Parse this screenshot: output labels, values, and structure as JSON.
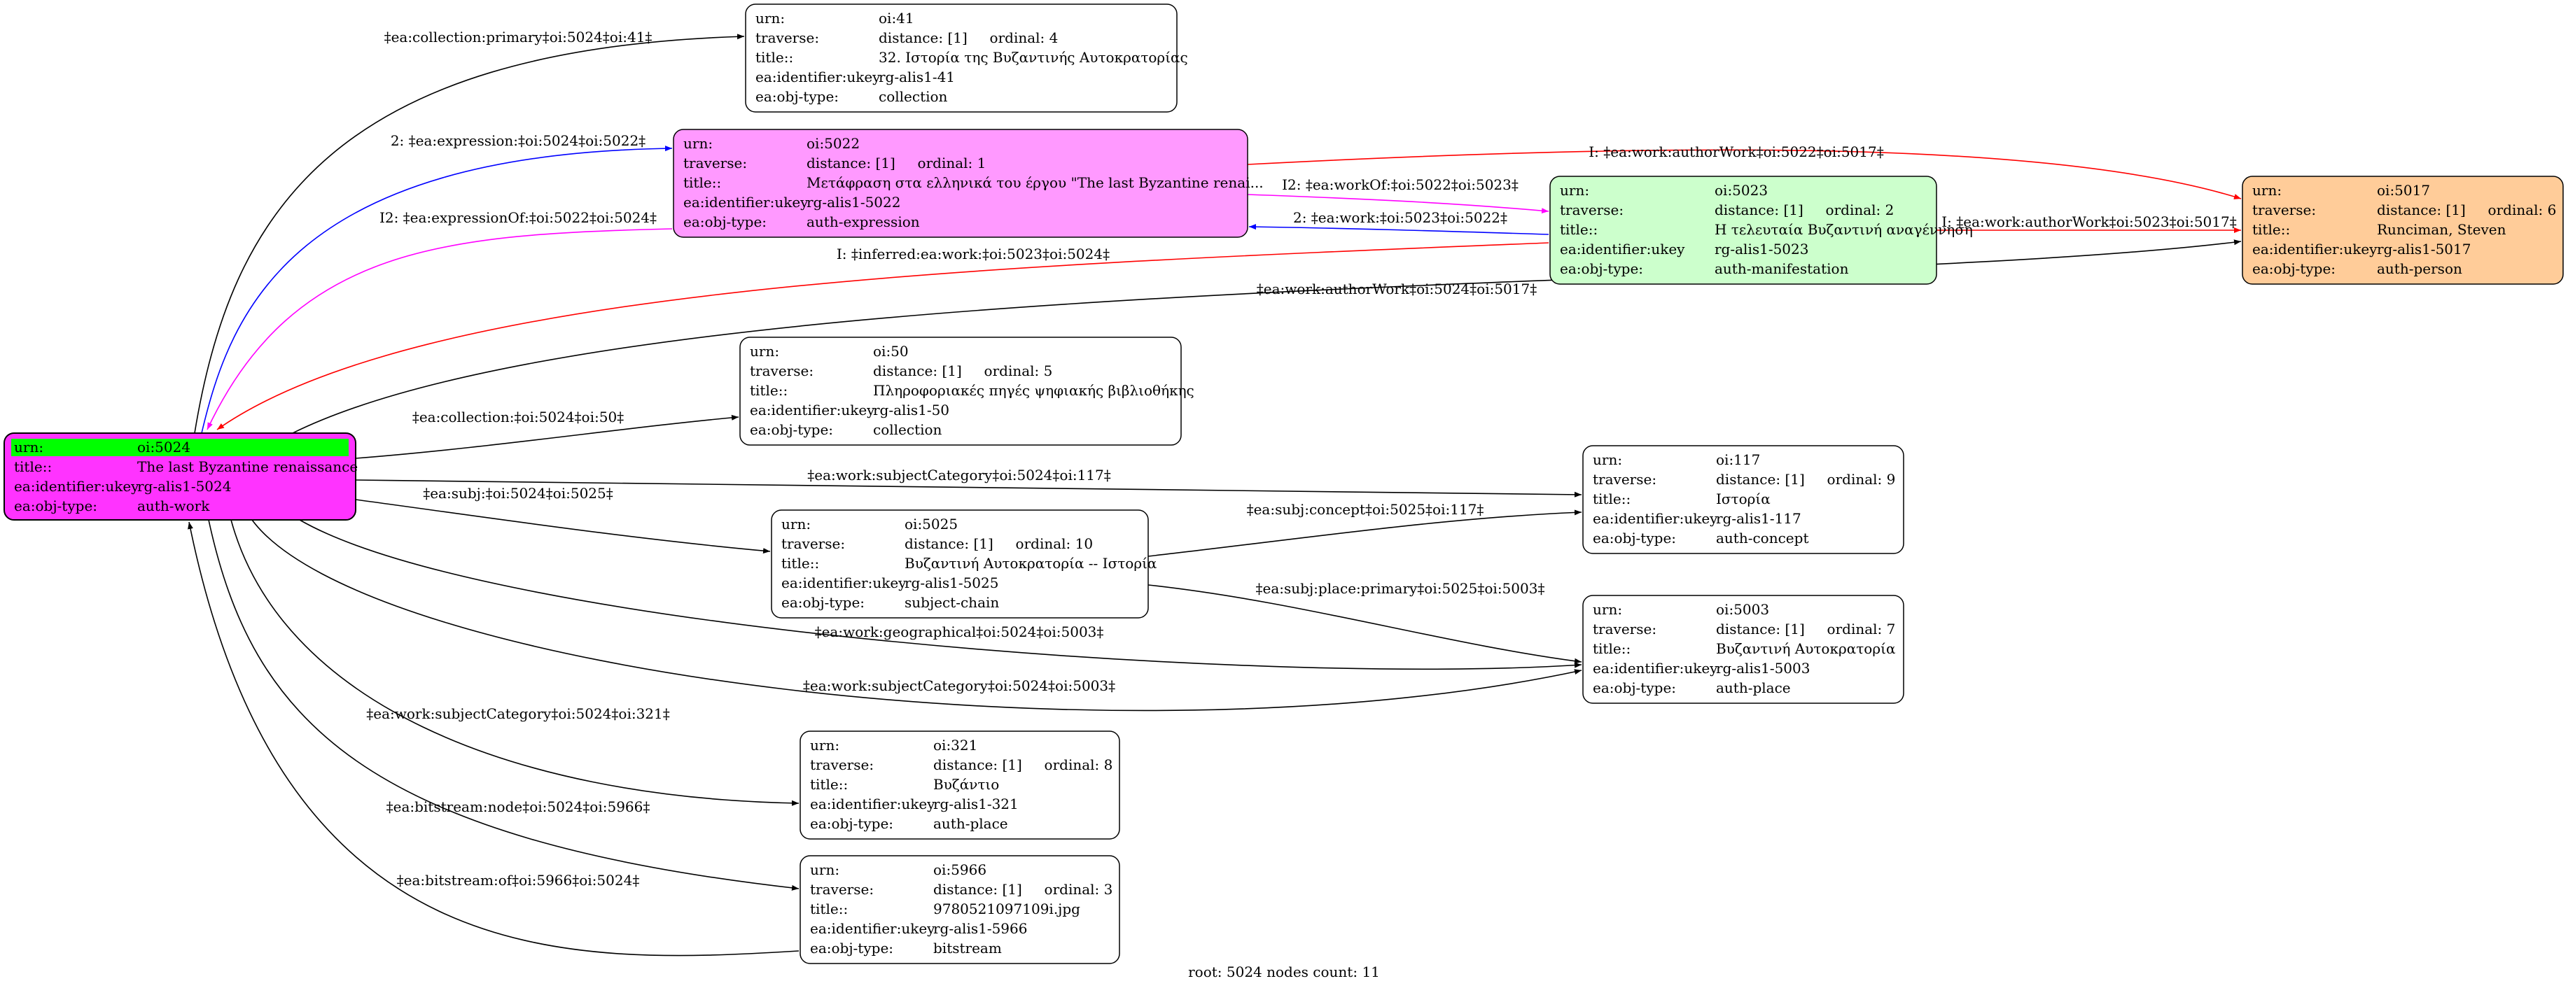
{
  "graph": {
    "caption": "root: 5024 nodes count: 11",
    "nodes": [
      {
        "id": "oi41",
        "fill": "#ffffff",
        "rows": [
          [
            "urn:",
            "oi:41"
          ],
          [
            "traverse:",
            "distance: [1]     ordinal: 4"
          ],
          [
            "title::",
            "32. Ιστορία της Βυζαντινής Αυτοκρατορίας"
          ],
          [
            "ea:identifier:ukey",
            "rg-alis1-41"
          ],
          [
            "ea:obj-type:",
            "collection"
          ]
        ]
      },
      {
        "id": "oi5022",
        "fill": "#ff99ff",
        "rows": [
          [
            "urn:",
            "oi:5022"
          ],
          [
            "traverse:",
            "distance: [1]     ordinal: 1"
          ],
          [
            "title::",
            "Μετάφραση στα ελληνικά του έργου \"The last Byzantine renai..."
          ],
          [
            "ea:identifier:ukey",
            "rg-alis1-5022"
          ],
          [
            "ea:obj-type:",
            "auth-expression"
          ]
        ]
      },
      {
        "id": "oi5023",
        "fill": "#ccffcc",
        "rows": [
          [
            "urn:",
            "oi:5023"
          ],
          [
            "traverse:",
            "distance: [1]     ordinal: 2"
          ],
          [
            "title::",
            "Η τελευταία Βυζαντινή αναγέννηση"
          ],
          [
            "ea:identifier:ukey",
            "rg-alis1-5023"
          ],
          [
            "ea:obj-type:",
            "auth-manifestation"
          ]
        ]
      },
      {
        "id": "oi5017",
        "fill": "#ffcc99",
        "rows": [
          [
            "urn:",
            "oi:5017"
          ],
          [
            "traverse:",
            "distance: [1]     ordinal: 6"
          ],
          [
            "title::",
            "Runciman, Steven"
          ],
          [
            "ea:identifier:ukey",
            "rg-alis1-5017"
          ],
          [
            "ea:obj-type:",
            "auth-person"
          ]
        ]
      },
      {
        "id": "oi50",
        "fill": "#ffffff",
        "rows": [
          [
            "urn:",
            "oi:50"
          ],
          [
            "traverse:",
            "distance: [1]     ordinal: 5"
          ],
          [
            "title::",
            "Πληροφοριακές πηγές ψηφιακής βιβλιοθήκης"
          ],
          [
            "ea:identifier:ukey",
            "rg-alis1-50"
          ],
          [
            "ea:obj-type:",
            "collection"
          ]
        ]
      },
      {
        "id": "oi5024",
        "fill": "#ff33ff",
        "root": true,
        "highlight": "#00ff00",
        "rows": [
          [
            "urn:",
            "oi:5024"
          ],
          [
            "title::",
            "The last Byzantine renaissance"
          ],
          [
            "ea:identifier:ukey",
            "rg-alis1-5024"
          ],
          [
            "ea:obj-type:",
            "auth-work"
          ]
        ]
      },
      {
        "id": "oi117",
        "fill": "#ffffff",
        "rows": [
          [
            "urn:",
            "oi:117"
          ],
          [
            "traverse:",
            "distance: [1]     ordinal: 9"
          ],
          [
            "title::",
            "Ιστορία"
          ],
          [
            "ea:identifier:ukey",
            "rg-alis1-117"
          ],
          [
            "ea:obj-type:",
            "auth-concept"
          ]
        ]
      },
      {
        "id": "oi5025",
        "fill": "#ffffff",
        "rows": [
          [
            "urn:",
            "oi:5025"
          ],
          [
            "traverse:",
            "distance: [1]     ordinal: 10"
          ],
          [
            "title::",
            "Βυζαντινή Αυτοκρατορία -- Ιστορία"
          ],
          [
            "ea:identifier:ukey",
            "rg-alis1-5025"
          ],
          [
            "ea:obj-type:",
            "subject-chain"
          ]
        ]
      },
      {
        "id": "oi5003",
        "fill": "#ffffff",
        "rows": [
          [
            "urn:",
            "oi:5003"
          ],
          [
            "traverse:",
            "distance: [1]     ordinal: 7"
          ],
          [
            "title::",
            "Βυζαντινή Αυτοκρατορία"
          ],
          [
            "ea:identifier:ukey",
            "rg-alis1-5003"
          ],
          [
            "ea:obj-type:",
            "auth-place"
          ]
        ]
      },
      {
        "id": "oi321",
        "fill": "#ffffff",
        "rows": [
          [
            "urn:",
            "oi:321"
          ],
          [
            "traverse:",
            "distance: [1]     ordinal: 8"
          ],
          [
            "title::",
            "Βυζάντιο"
          ],
          [
            "ea:identifier:ukey",
            "rg-alis1-321"
          ],
          [
            "ea:obj-type:",
            "auth-place"
          ]
        ]
      },
      {
        "id": "oi5966",
        "fill": "#ffffff",
        "rows": [
          [
            "urn:",
            "oi:5966"
          ],
          [
            "traverse:",
            "distance: [1]     ordinal: 3"
          ],
          [
            "title::",
            "9780521097109i.jpg"
          ],
          [
            "ea:identifier:ukey",
            "rg-alis1-5966"
          ],
          [
            "ea:obj-type:",
            "bitstream"
          ]
        ]
      }
    ],
    "edges": [
      {
        "id": "e1",
        "from": "oi5024",
        "to": "oi41",
        "color": "#000000",
        "label": "‡ea:collection:primary‡oi:5024‡oi:41‡"
      },
      {
        "id": "e2",
        "from": "oi5024",
        "to": "oi5022",
        "color": "#0000ff",
        "label": "2: ‡ea:expression:‡oi:5024‡oi:5022‡"
      },
      {
        "id": "e3",
        "from": "oi5022",
        "to": "oi5024",
        "color": "#ff00ff",
        "label": "I2: ‡ea:expressionOf:‡oi:5022‡oi:5024‡"
      },
      {
        "id": "e4",
        "from": "oi5022",
        "to": "oi5017",
        "color": "#ff0000",
        "label": "I: ‡ea:work:authorWork‡oi:5022‡oi:5017‡"
      },
      {
        "id": "e5",
        "from": "oi5022",
        "to": "oi5023",
        "color": "#ff00ff",
        "label": "I2: ‡ea:workOf:‡oi:5022‡oi:5023‡"
      },
      {
        "id": "e6",
        "from": "oi5023",
        "to": "oi5022",
        "color": "#0000ff",
        "label": "2: ‡ea:work:‡oi:5023‡oi:5022‡"
      },
      {
        "id": "e7",
        "from": "oi5023",
        "to": "oi5017",
        "color": "#ff0000",
        "label": "I: ‡ea:work:authorWork‡oi:5023‡oi:5017‡"
      },
      {
        "id": "e8",
        "from": "oi5023",
        "to": "oi5024",
        "color": "#ff0000",
        "label": "I: ‡inferred:ea:work:‡oi:5023‡oi:5024‡"
      },
      {
        "id": "e9",
        "from": "oi5024",
        "to": "oi5017",
        "color": "#000000",
        "label": "‡ea:work:authorWork‡oi:5024‡oi:5017‡"
      },
      {
        "id": "e10",
        "from": "oi5024",
        "to": "oi50",
        "color": "#000000",
        "label": "‡ea:collection:‡oi:5024‡oi:50‡"
      },
      {
        "id": "e11",
        "from": "oi5024",
        "to": "oi117",
        "color": "#000000",
        "label": "‡ea:work:subjectCategory‡oi:5024‡oi:117‡"
      },
      {
        "id": "e12",
        "from": "oi5024",
        "to": "oi5025",
        "color": "#000000",
        "label": "‡ea:subj:‡oi:5024‡oi:5025‡"
      },
      {
        "id": "e13",
        "from": "oi5025",
        "to": "oi117",
        "color": "#000000",
        "label": "‡ea:subj:concept‡oi:5025‡oi:117‡"
      },
      {
        "id": "e14",
        "from": "oi5025",
        "to": "oi5003",
        "color": "#000000",
        "label": "‡ea:subj:place:primary‡oi:5025‡oi:5003‡"
      },
      {
        "id": "e15",
        "from": "oi5024",
        "to": "oi5003",
        "color": "#000000",
        "label": "‡ea:work:geographical‡oi:5024‡oi:5003‡"
      },
      {
        "id": "e16",
        "from": "oi5024",
        "to": "oi5003",
        "color": "#000000",
        "label": "‡ea:work:subjectCategory‡oi:5024‡oi:5003‡"
      },
      {
        "id": "e17",
        "from": "oi5024",
        "to": "oi321",
        "color": "#000000",
        "label": "‡ea:work:subjectCategory‡oi:5024‡oi:321‡"
      },
      {
        "id": "e18",
        "from": "oi5024",
        "to": "oi5966",
        "color": "#000000",
        "label": "‡ea:bitstream:node‡oi:5024‡oi:5966‡"
      },
      {
        "id": "e19",
        "from": "oi5966",
        "to": "oi5024",
        "color": "#000000",
        "label": "‡ea:bitstream:of‡oi:5966‡oi:5024‡"
      }
    ]
  }
}
